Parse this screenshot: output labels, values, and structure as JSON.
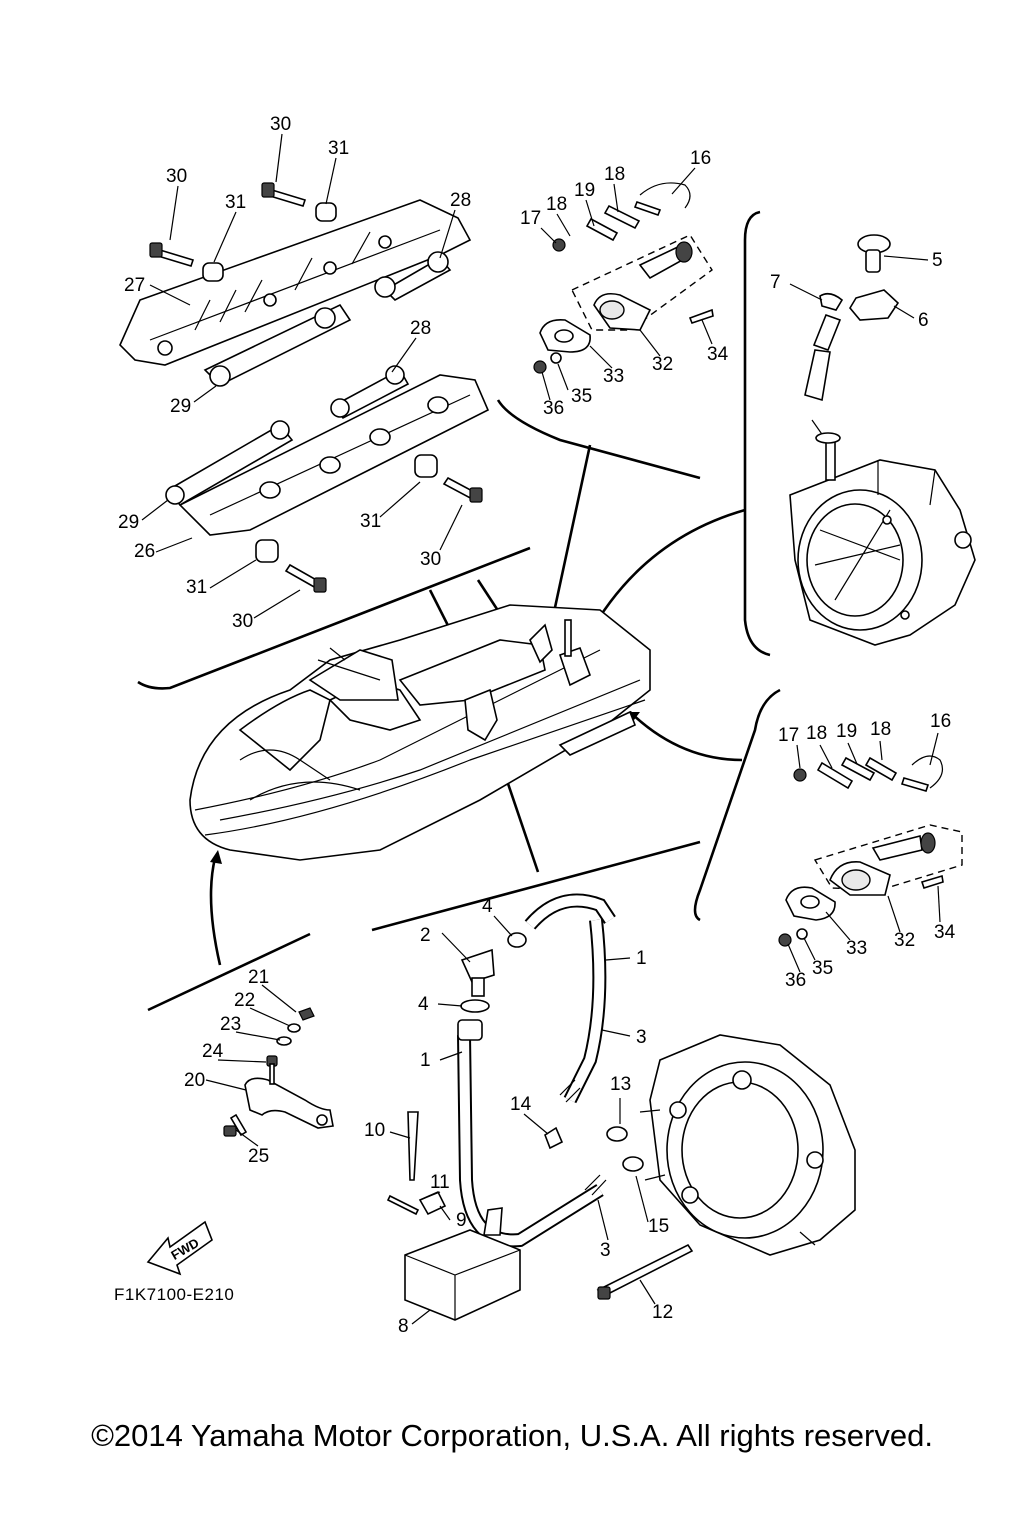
{
  "diagram": {
    "callouts": [
      {
        "num": "30"
      },
      {
        "num": "31"
      },
      {
        "num": "30"
      },
      {
        "num": "31"
      },
      {
        "num": "28"
      },
      {
        "num": "27"
      },
      {
        "num": "28"
      },
      {
        "num": "29"
      },
      {
        "num": "29"
      },
      {
        "num": "26"
      },
      {
        "num": "31"
      },
      {
        "num": "30"
      },
      {
        "num": "31"
      },
      {
        "num": "30"
      },
      {
        "num": "16"
      },
      {
        "num": "18"
      },
      {
        "num": "19"
      },
      {
        "num": "18"
      },
      {
        "num": "17"
      },
      {
        "num": "33"
      },
      {
        "num": "32"
      },
      {
        "num": "34"
      },
      {
        "num": "35"
      },
      {
        "num": "36"
      },
      {
        "num": "5"
      },
      {
        "num": "7"
      },
      {
        "num": "6"
      },
      {
        "num": "16"
      },
      {
        "num": "17"
      },
      {
        "num": "18"
      },
      {
        "num": "19"
      },
      {
        "num": "18"
      },
      {
        "num": "34"
      },
      {
        "num": "32"
      },
      {
        "num": "33"
      },
      {
        "num": "35"
      },
      {
        "num": "36"
      },
      {
        "num": "21"
      },
      {
        "num": "22"
      },
      {
        "num": "23"
      },
      {
        "num": "24"
      },
      {
        "num": "20"
      },
      {
        "num": "25"
      },
      {
        "num": "4"
      },
      {
        "num": "2"
      },
      {
        "num": "1"
      },
      {
        "num": "4"
      },
      {
        "num": "3"
      },
      {
        "num": "1"
      },
      {
        "num": "13"
      },
      {
        "num": "14"
      },
      {
        "num": "10"
      },
      {
        "num": "11"
      },
      {
        "num": "9"
      },
      {
        "num": "15"
      },
      {
        "num": "3"
      },
      {
        "num": "8"
      },
      {
        "num": "12"
      }
    ],
    "fwd_label": "FWD",
    "diagram_code": "F1K7100-E210"
  },
  "footer": {
    "copyright": "©2014 Yamaha Motor Corporation, U.S.A. All rights reserved."
  }
}
